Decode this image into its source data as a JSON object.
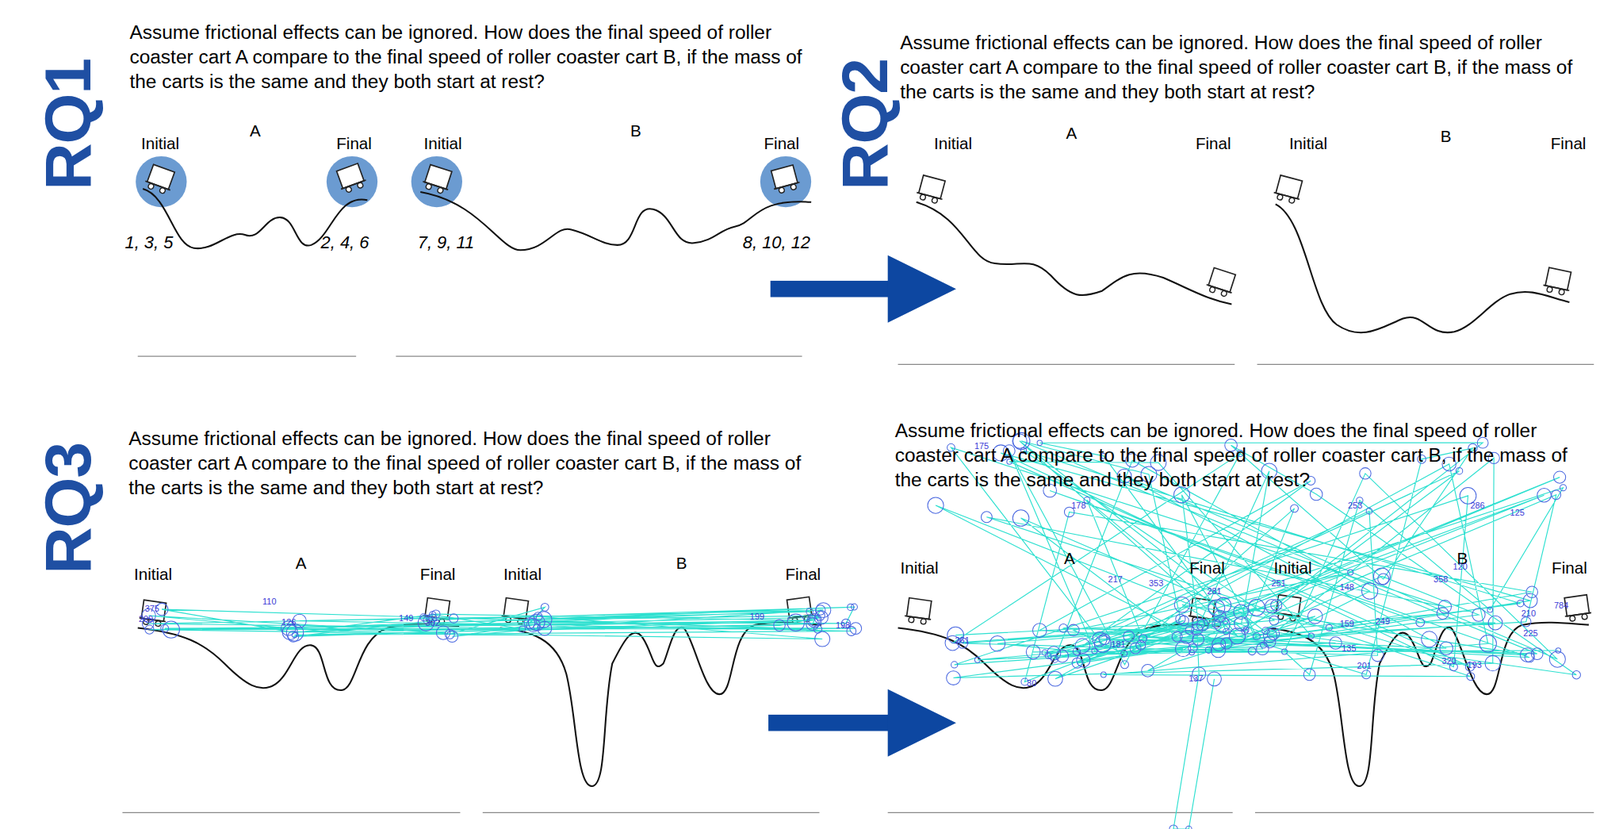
{
  "diagram": {
    "labels": [
      "RQ1",
      "Assume frictional effects can be ignored. How does the final speed of roller coaster cart A compare to the final speed of roller coaster cart B, if the mass of the carts is the same and they both start at rest?",
      "Initial",
      "A",
      "Final",
      "Initial",
      "B",
      "Final",
      "1, 3, 5",
      "2, 4, 6",
      "7, 9, 11",
      "8, 10, 12",
      "RQ2",
      "Assume frictional effects can be ignored. How does the final speed of roller coaster cart A compare to the final speed of roller coaster cart B, if the mass of the carts is the same and they both start at rest?",
      "Initial",
      "A",
      "Final",
      "Initial",
      "B",
      "Final",
      "RQ3",
      "Assume frictional effects can be ignored. How does the final speed of roller coaster cart A compare to the final speed of roller coaster cart B, if the mass of the carts is the same and they both start at rest?",
      "Initial",
      "A",
      "Final",
      "Initial",
      "B",
      "Final",
      "375",
      "209",
      "110",
      "126",
      "149",
      "302",
      "199",
      "198",
      "Assume frictional effects can be ignored. How does the final speed of roller coaster cart A compare to the final speed of roller coaster cart B, if the mass of the carts is the same and they both start at rest?",
      "Initial",
      "A",
      "Final",
      "Initial",
      "B",
      "Final",
      "175",
      "178",
      "253",
      "286",
      "125",
      "217",
      "353",
      "281",
      "251",
      "148",
      "358",
      "120",
      "261",
      "30",
      "181",
      "137",
      "159",
      "249",
      "135",
      "201",
      "320",
      "193",
      "225",
      "210",
      "784"
    ]
  }
}
